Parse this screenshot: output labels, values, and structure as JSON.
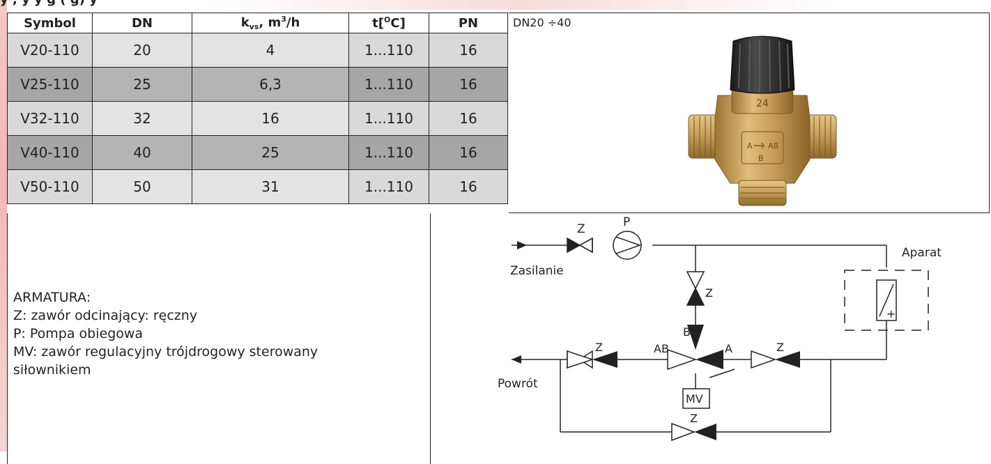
{
  "heading_fragment": "y   , y  y g     ( g)  y",
  "table": {
    "headers": {
      "symbol": "Symbol",
      "dn": "DN",
      "kvs_k": "k",
      "kvs_sub": "vs",
      "kvs_mid": ", m",
      "kvs_sup": "3",
      "kvs_end": "/h",
      "temp_t": "t[",
      "temp_sup": "O",
      "temp_end": "C]",
      "pn": "PN"
    },
    "rows": [
      {
        "symbol": "V20-110",
        "dn": "20",
        "kvs": "4",
        "temp": "1...110",
        "pn": "16"
      },
      {
        "symbol": "V25-110",
        "dn": "25",
        "kvs": "6,3",
        "temp": "1...110",
        "pn": "16"
      },
      {
        "symbol": "V32-110",
        "dn": "32",
        "kvs": "16",
        "temp": "1...110",
        "pn": "16"
      },
      {
        "symbol": "V40-110",
        "dn": "40",
        "kvs": "25",
        "temp": "1...110",
        "pn": "16"
      },
      {
        "symbol": "V50-110",
        "dn": "50",
        "kvs": "31",
        "temp": "1...110",
        "pn": "16"
      }
    ]
  },
  "photo": {
    "label": "DN20 ÷40",
    "knob_number": "24",
    "body_marking_a": "A",
    "body_marking_ab": "AB",
    "body_marking_b": "B"
  },
  "notes": {
    "title": "ARMATURA:",
    "line_z": "Z: zawór odcinający: ręczny",
    "line_p": "P: Pompa obiegowa",
    "line_mv_1": "MV: zawór regulacyjny trójdrogowy sterowany",
    "line_mv_2": "siłownikiem"
  },
  "diagram": {
    "supply_label": "Zasilanie",
    "return_label": "Powrót",
    "apparatus_label": "Aparat",
    "pump_label": "P",
    "valve_label": "Z",
    "port_ab": "AB",
    "port_a": "A",
    "port_b": "B",
    "actuator_label": "MV",
    "plus_sign": "+"
  },
  "colors": {
    "row_light": "#d9d9d9",
    "row_dark": "#a6a6a6",
    "brass": "#c8a15a",
    "knob": "#2b2b2b",
    "watermark": "#f1b7b7"
  },
  "icons": [
    "valve-photo",
    "gate-valve-symbol",
    "pump-symbol",
    "three-way-valve-symbol",
    "heat-exchanger-symbol"
  ]
}
